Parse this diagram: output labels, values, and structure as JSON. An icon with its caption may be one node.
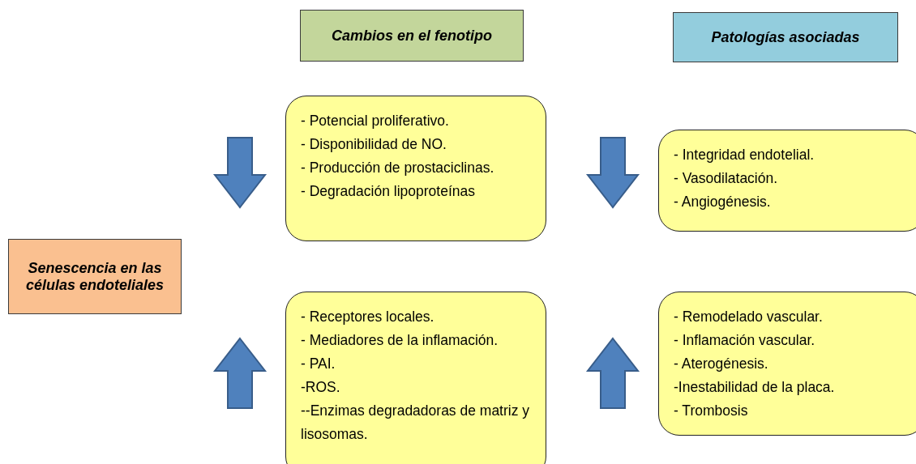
{
  "diagram": {
    "nodes": [
      {
        "text": [
          "Senescencia en las células endoteliales"
        ]
      },
      {
        "text": [
          "Cambios en el fenotipo"
        ]
      },
      {
        "text": [
          "Patologías asociadas"
        ]
      },
      {
        "text": [
          "- Potencial proliferativo.",
          "- Disponibilidad de NO.",
          "- Producción de prostaciclinas.",
          "- Degradación lipoproteínas"
        ]
      },
      {
        "text": [
          "- Receptores locales.",
          "- Mediadores de la inflamación.",
          "- PAI.",
          "-ROS.",
          "--Enzimas degradadoras de matriz y lisosomas."
        ]
      },
      {
        "text": [
          "- Integridad endotelial.",
          "- Vasodilatación.",
          "- Angiogénesis."
        ]
      },
      {
        "text": [
          "- Remodelado vascular.",
          "- Inflamación vascular.",
          "- Aterogénesis.",
          "-Inestabilidad de la placa.",
          "- Trombosis"
        ]
      }
    ]
  }
}
